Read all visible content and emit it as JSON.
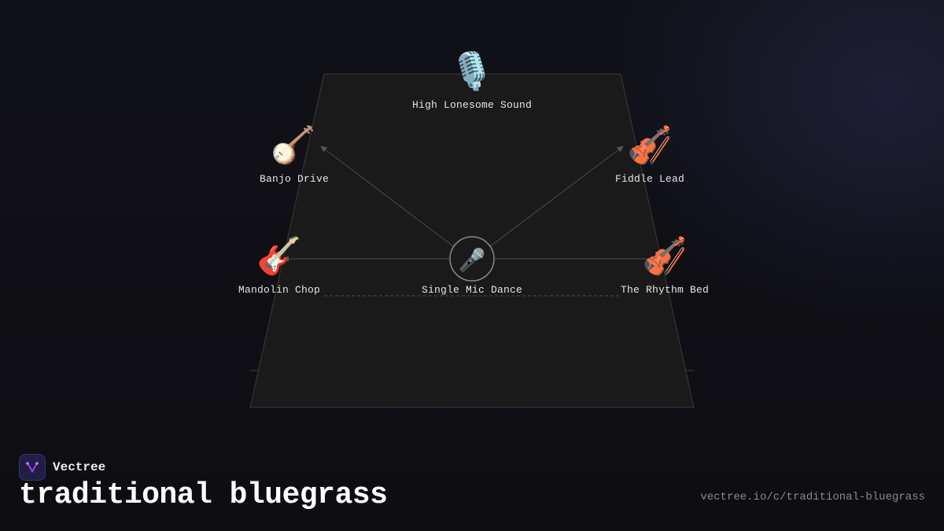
{
  "diagram": {
    "center": {
      "label": "Single Mic Dance",
      "icon": "microphone-icon",
      "glyph": "🎤"
    },
    "nodes": [
      {
        "id": "high-lonesome-sound",
        "label": "High Lonesome Sound",
        "icon": "studio-microphone-icon",
        "glyph": "🎙️"
      },
      {
        "id": "banjo-drive",
        "label": "Banjo Drive",
        "icon": "banjo-icon",
        "glyph": "🪕"
      },
      {
        "id": "fiddle-lead",
        "label": "Fiddle Lead",
        "icon": "violin-icon",
        "glyph": "🎻"
      },
      {
        "id": "mandolin-chop",
        "label": "Mandolin Chop",
        "icon": "guitar-icon",
        "glyph": "🎸"
      },
      {
        "id": "the-rhythm-bed",
        "label": "The Rhythm Bed",
        "icon": "violin-icon",
        "glyph": "🎻"
      }
    ],
    "edges": [
      {
        "from": "single-mic-dance",
        "to": "banjo-drive"
      },
      {
        "from": "single-mic-dance",
        "to": "fiddle-lead"
      },
      {
        "from": "single-mic-dance",
        "to": "mandolin-chop"
      },
      {
        "from": "single-mic-dance",
        "to": "the-rhythm-bed"
      }
    ]
  },
  "brand": {
    "name": "Vectree",
    "icon": "vectree-logo-icon",
    "accent": "#a855f7"
  },
  "page": {
    "title": "traditional bluegrass",
    "url": "vectree.io/c/traditional-bluegrass"
  },
  "colors": {
    "background": "#0e0e13",
    "panel": "#1a1a1a",
    "panel_stroke": "#3a3a3a",
    "edge": "#4a4a4a",
    "label": "#e6e6e6"
  }
}
